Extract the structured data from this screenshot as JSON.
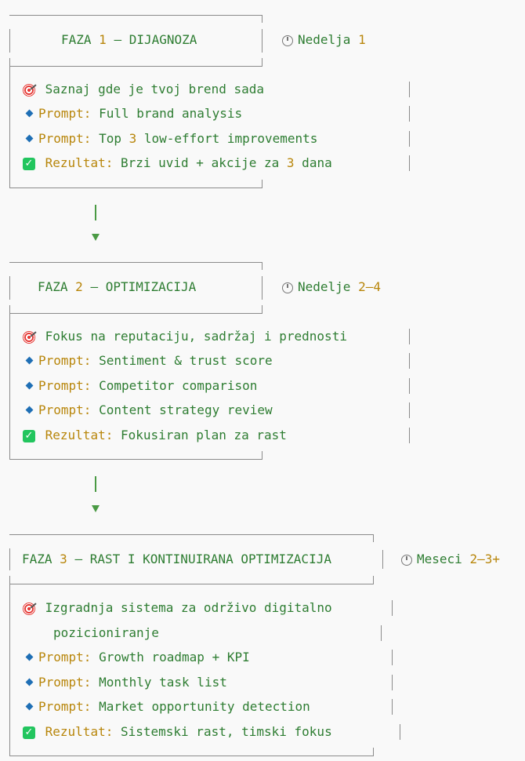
{
  "phases": [
    {
      "title_prefix": "FAZA ",
      "number": "1",
      "title_suffix": " – DIJAGNOZA",
      "timing_label": "Nedelja ",
      "timing_value": "1",
      "goal_icon": "target-icon",
      "goal_line1": "Saznaj gde je tvoj brend sada",
      "goal_line2": "",
      "prompt_key": "Prompt:",
      "prompts": [
        "Full brand analysis",
        "Top 3 low-effort improvements"
      ],
      "prompts_before_num": [
        "",
        "Top "
      ],
      "prompts_num": [
        "",
        "3"
      ],
      "prompts_after_num": [
        "Full brand analysis",
        " low-effort improvements"
      ],
      "result_key": "Rezultat:",
      "result_before": " Brzi uvid + akcije za ",
      "result_num": "3",
      "result_after": " dana"
    },
    {
      "title_prefix": "FAZA ",
      "number": "2",
      "title_suffix": " – OPTIMIZACIJA",
      "timing_label": "Nedelje ",
      "timing_value": "2–4",
      "goal_line1": "Fokus na reputaciju, sadržaj i prednosti",
      "prompt_key": "Prompt:",
      "prompts": [
        "Sentiment & trust score",
        "Competitor comparison",
        "Content strategy review"
      ],
      "result_key": "Rezultat:",
      "result_text": " Fokusiran plan za rast"
    },
    {
      "title_prefix": "FAZA ",
      "number": "3",
      "title_suffix": " – RAST I KONTINUIRANA OPTIMIZACIJA",
      "timing_label": "Meseci ",
      "timing_value": "2–3+",
      "goal_line1": "Izgradnja sistema za održivo digitalno",
      "goal_line2": "pozicioniranje",
      "prompt_key": "Prompt:",
      "prompts": [
        "Growth roadmap + KPI",
        "Monthly task list",
        "Market opportunity detection"
      ],
      "result_key": "Rezultat:",
      "result_text": " Sistemski rast, timski fokus"
    }
  ],
  "colors": {
    "text": "#2e7d32",
    "number": "#b8860b",
    "border": "#8b8b8b",
    "arrow": "#4a9a44"
  }
}
